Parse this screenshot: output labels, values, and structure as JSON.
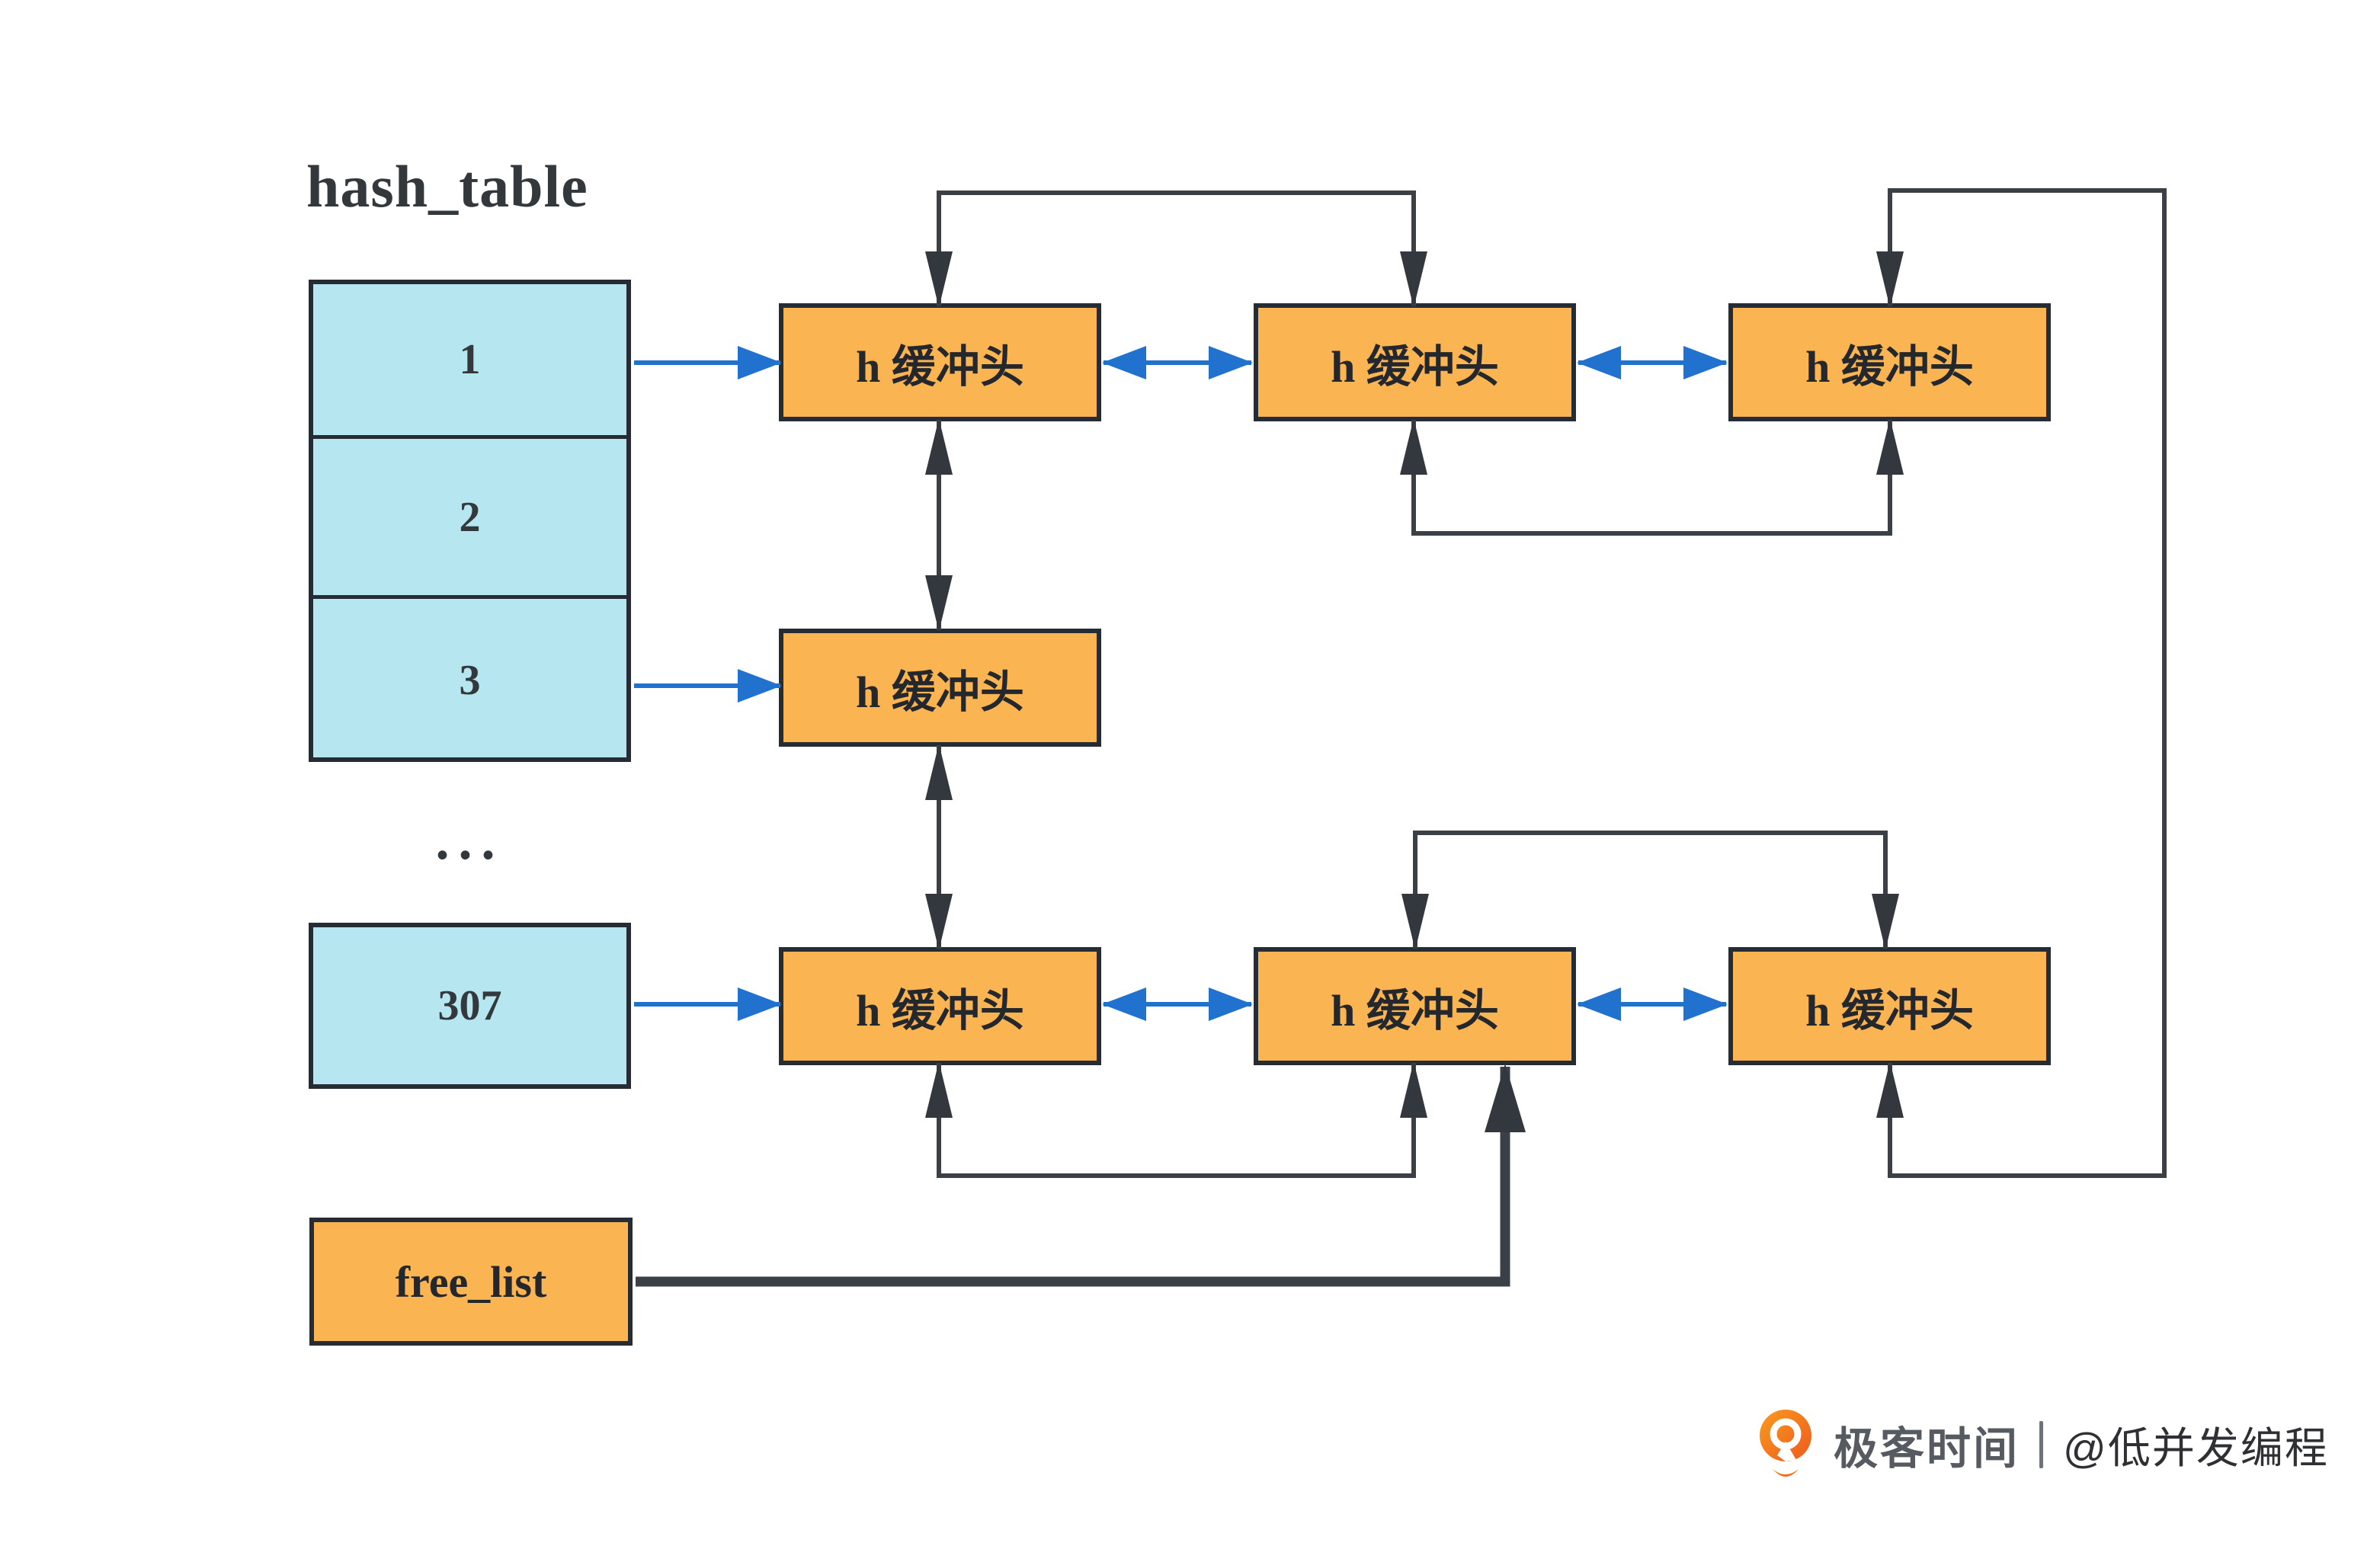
{
  "title": "hash_table",
  "hash_table": {
    "cells": [
      "1",
      "2",
      "3"
    ],
    "ellipsis": "...",
    "last_cell": "307"
  },
  "buffer_box_label": "h 缓冲头",
  "free_list_label": "free_list",
  "footer": {
    "brand": "极客时间",
    "separator": "",
    "handle": "@低并发编程"
  },
  "icons": {
    "brand_logo": "geektime-pin-icon"
  },
  "colors": {
    "bg": "#ffffff",
    "cyan": "#b6e6ef",
    "orange": "#fbb452",
    "border": "#262c34",
    "dark": "#3a4046",
    "blue": "#2172ce",
    "brandgray": "#565b61",
    "handle": "#2f3033",
    "logoorange": "#f4671f"
  }
}
